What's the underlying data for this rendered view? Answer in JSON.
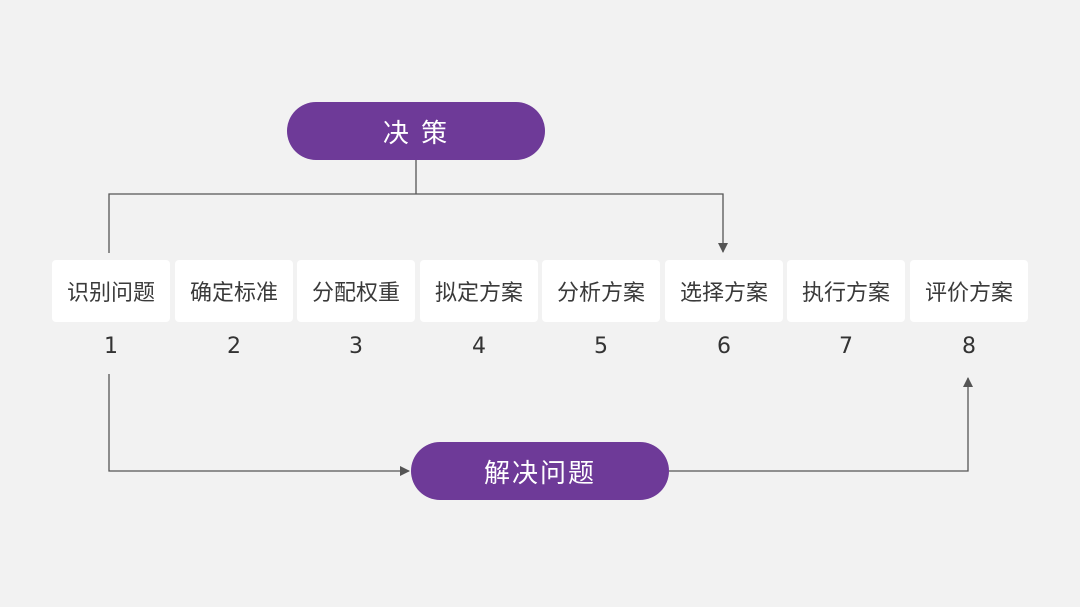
{
  "top_node": {
    "label": "决 策"
  },
  "bottom_node": {
    "label": "解决问题"
  },
  "steps": [
    {
      "label": "识别问题",
      "number": "1"
    },
    {
      "label": "确定标准",
      "number": "2"
    },
    {
      "label": "分配权重",
      "number": "3"
    },
    {
      "label": "拟定方案",
      "number": "4"
    },
    {
      "label": "分析方案",
      "number": "5"
    },
    {
      "label": "选择方案",
      "number": "6"
    },
    {
      "label": "执行方案",
      "number": "7"
    },
    {
      "label": "评价方案",
      "number": "8"
    }
  ],
  "colors": {
    "pill": "#6e3a98",
    "line": "#555555",
    "background": "#f2f2f2",
    "box": "#ffffff"
  }
}
